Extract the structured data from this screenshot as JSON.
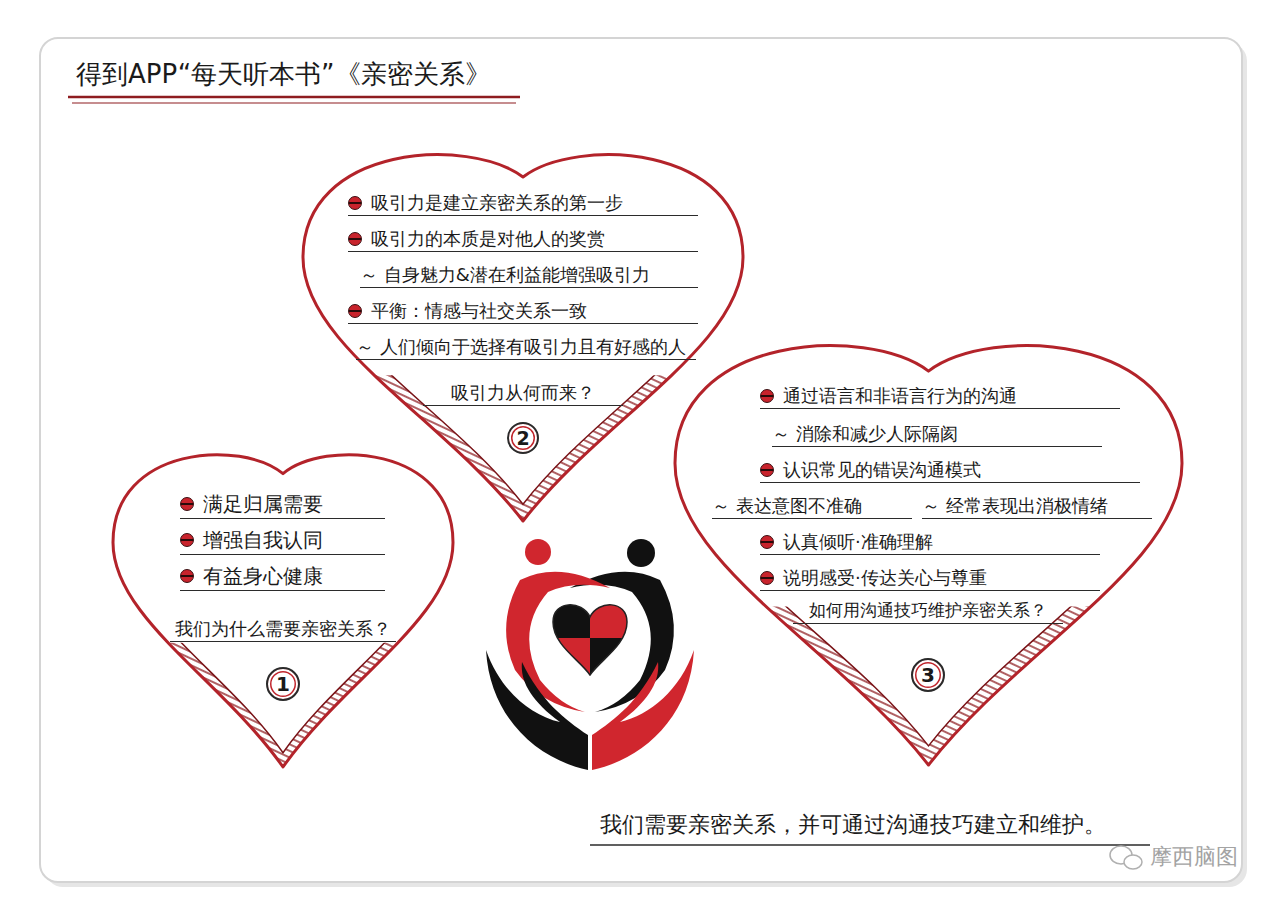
{
  "diagram": {
    "title": "得到APP“每天听本书”《亲密关系》",
    "caption": "我们需要亲密关系，并可通过沟通技巧建立和维护。",
    "nodes": [
      {
        "text": [
          "满足归属需要",
          "增强自我认同",
          "有益身心健康",
          "我们为什么需要亲密关系？"
        ]
      },
      {
        "text": [
          "1"
        ],
        "in": 0
      },
      {
        "text": [
          "吸引力是建立亲密关系的第一步",
          "吸引力的本质是对他人的奖赏",
          "～ 自身魅力&潜在利益能增强吸引力",
          "平衡：情感与社交关系一致",
          "～ 人们倾向于选择有吸引力且有好感的人",
          "吸引力从何而来？"
        ]
      },
      {
        "text": [
          "2"
        ],
        "in": 2
      },
      {
        "text": [
          "通过语言和非语言行为的沟通",
          "～ 消除和减少人际隔阂",
          "认识常见的错误沟通模式",
          "～ 表达意图不准确",
          "～ 经常表现出消极情绪",
          "认真倾听·准确理解",
          "说明感受·传达关心与尊重",
          "如何用沟通技巧维护亲密关系？"
        ]
      },
      {
        "text": [
          "3"
        ],
        "in": 4
      }
    ],
    "labels": [
      "摩西脑图"
    ]
  }
}
